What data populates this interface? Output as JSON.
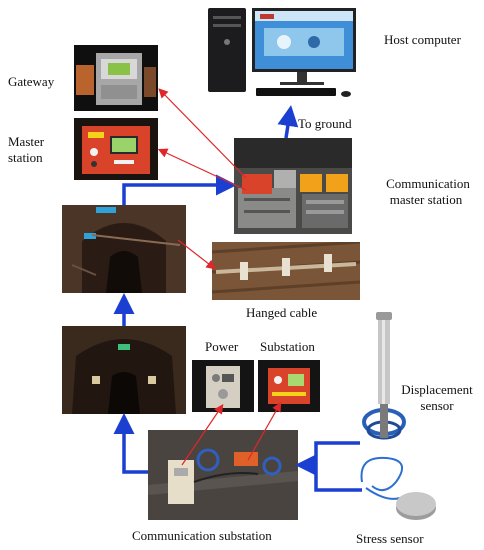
{
  "labels": {
    "host_computer": "Host computer",
    "gateway": "Gateway",
    "master_station_1": "Master",
    "master_station_2": "station",
    "to_ground": "To ground",
    "comm_master_1": "Communication",
    "comm_master_2": "master station",
    "hanged_cable": "Hanged cable",
    "power": "Power",
    "substation": "Substation",
    "displacement_1": "Displacement",
    "displacement_2": "sensor",
    "communication_substation": "Communication substation",
    "stress_sensor": "Stress  sensor"
  },
  "colors": {
    "flow_arrow": "#1b3fd1",
    "callout_arrow": "#e0262a",
    "tunnel": "#3a2a20",
    "device_red": "#d9432a",
    "device_orange": "#f2a21a",
    "monitor_screen": "#3f8fd8"
  }
}
